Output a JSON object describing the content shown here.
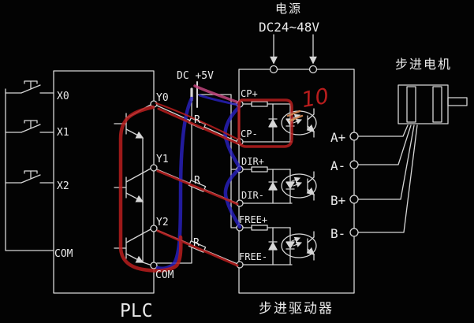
{
  "diagram": {
    "power_supply": {
      "title": "电源",
      "voltage": "DC24~48V"
    },
    "logic_supply_label": "DC +5V",
    "plc": {
      "label": "PLC",
      "input_terminals": [
        "X0",
        "X1",
        "X2",
        "COM"
      ],
      "output_terminals": [
        "Y0",
        "Y1",
        "Y2",
        "COM"
      ]
    },
    "driver": {
      "label": "步进驱动器",
      "control_terminals": [
        "CP+",
        "CP-",
        "DIR+",
        "DIR-",
        "FREE+",
        "FREE-"
      ],
      "phase_terminals": [
        "A+",
        "A-",
        "B+",
        "B-"
      ]
    },
    "motor": {
      "label": "步进电机"
    },
    "resistor_label": "R",
    "handwritten_note": "10",
    "colors": {
      "line": "#d6d6d6",
      "text": "#e9e9e9",
      "annotation_red": "#b91d1d",
      "annotation_blue": "#2a22c4",
      "annotation_pink": "#c2457e",
      "annotation_orange": "#d58a55",
      "background": "#030303"
    }
  }
}
